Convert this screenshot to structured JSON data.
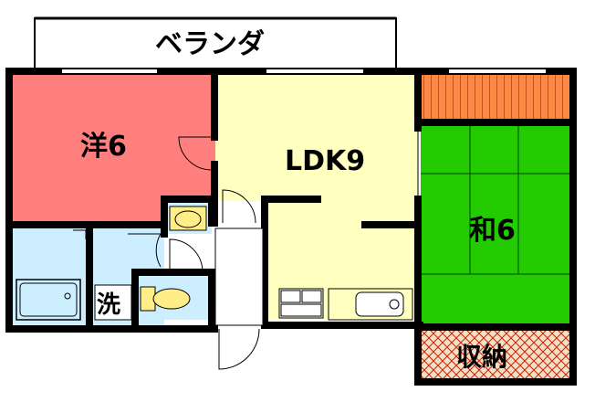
{
  "floorplan": {
    "labels": {
      "veranda": "ベランダ",
      "western_room": "洋6",
      "ldk": "LDK9",
      "japanese_room": "和6",
      "laundry": "洗",
      "storage": "収納"
    },
    "colors": {
      "western_room": "#ff7f7f",
      "ldk": "#ffffc0",
      "japanese_room": "#22cc00",
      "wet_area": "#cceeff",
      "storage_fill": "#f2e0c8",
      "storage_hatch": "#cc2200",
      "balcony_fill": "#ff8844",
      "wall": "#000000",
      "tatami_lines": "#004400"
    }
  }
}
